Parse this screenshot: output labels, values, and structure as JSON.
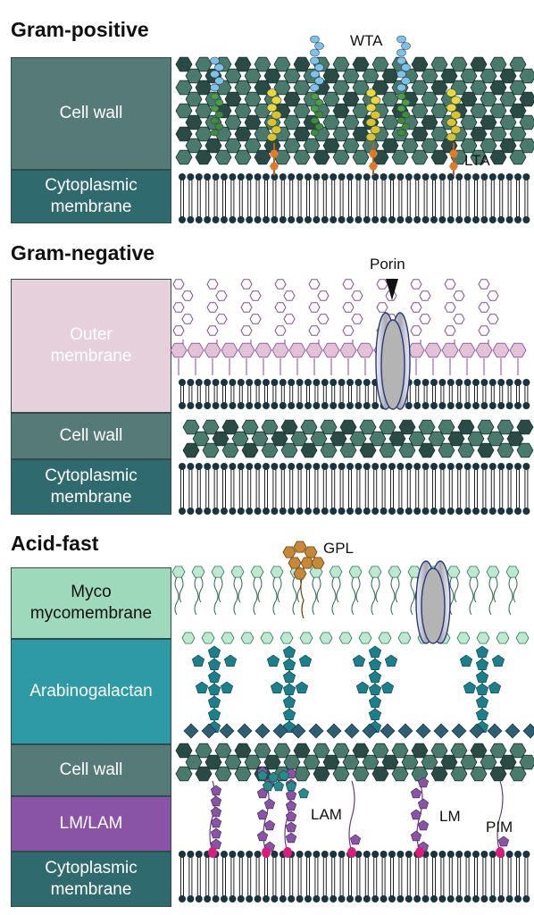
{
  "sections": {
    "gram_positive": {
      "title": "Gram-positive",
      "layers": {
        "cell_wall": "Cell wall",
        "membrane": "Cytoplasmic\nmembrane"
      },
      "labels": {
        "wta": "WTA",
        "lta": "LTA"
      }
    },
    "gram_negative": {
      "title": "Gram-negative",
      "layers": {
        "outer": "Outer\nmembrane",
        "cell_wall": "Cell wall",
        "membrane": "Cytoplasmic\nmembrane"
      },
      "labels": {
        "porin": "Porin"
      }
    },
    "acid_fast": {
      "title": "Acid-fast",
      "layers": {
        "myco": "Myco\nmycomembrane",
        "arabinogalactan": "Arabinogalactan",
        "cell_wall": "Cell wall",
        "lm_lam": "LM/LAM",
        "membrane": "Cytoplasmic\nmembrane"
      },
      "labels": {
        "gpl": "GPL",
        "lam": "LAM",
        "lm": "LM",
        "pim": "PIM"
      }
    }
  },
  "colors": {
    "cell_wall": "#557a78",
    "membrane": "#2e6a6e",
    "outer_membrane": "#e6d0dc",
    "myco": "#9ed9bb",
    "arabinogalactan": "#2e9aa6",
    "lm_lam": "#8a54a6",
    "hexagon_dark": "#2a4a45",
    "hexagon_light": "#4a7a6c",
    "lipid_head": "#1a3540",
    "lps": "#8a4a9a",
    "lta": "#e8d83a",
    "wta": "#7ec2e8",
    "porin": "#b4b4b4"
  }
}
